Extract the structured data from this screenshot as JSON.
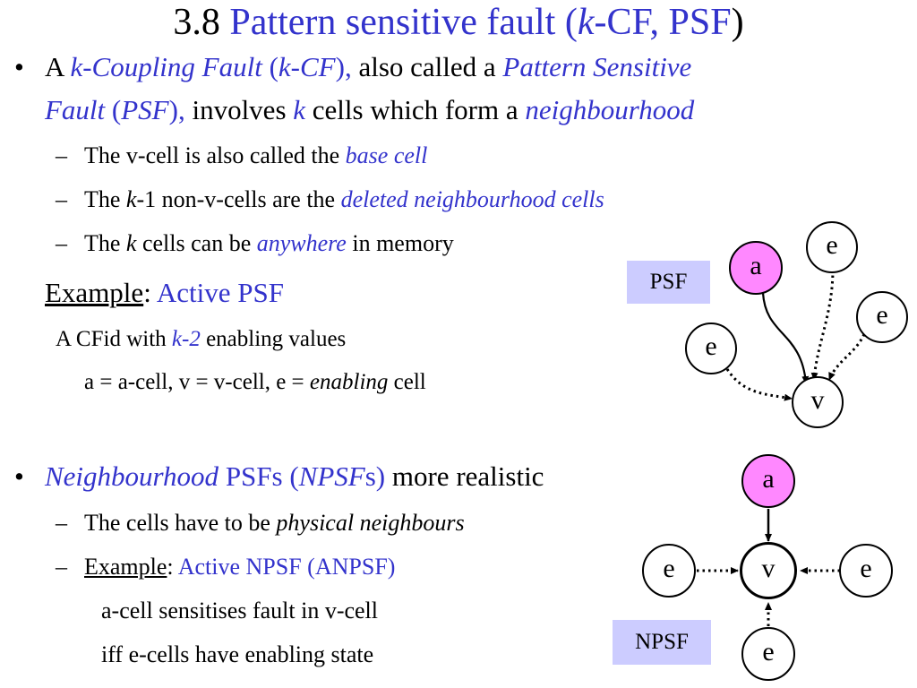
{
  "title": {
    "number": "3.8",
    "main": "Pattern sensitive fault",
    "paren_open": "(",
    "k": "k",
    "rest": "-CF, PSF",
    "paren_close": ")"
  },
  "bullet1": {
    "marker": "•",
    "line1": {
      "p1": "A ",
      "p2": "k-Coupling Fault",
      "p3": " (",
      "p4": "k-CF",
      "p5": "),",
      "p6": " also called a ",
      "p7": "Pattern Sensitive"
    },
    "line2": {
      "p1": "Fault",
      "p2": " (",
      "p3": "PSF",
      "p4": "),",
      "p5": " involves ",
      "p6": "k",
      "p7": " cells which form a ",
      "p8": "neighbourhood"
    },
    "sub1": {
      "dash": "–",
      "p1": "The v-cell is also called the ",
      "p2": "base cell"
    },
    "sub2": {
      "dash": "–",
      "p1": "The ",
      "p2": "k",
      "p3": "-1 non-v-cells are the ",
      "p4": "deleted neighbourhood cells"
    },
    "sub3": {
      "dash": "–",
      "p1": "The ",
      "p2": "k",
      "p3": " cells can be ",
      "p4": "anywhere",
      "p5": " in memory"
    }
  },
  "example1": {
    "label": "Example",
    "colon": ":",
    "value": " Active PSF",
    "line1": {
      "p1": "A CFid with ",
      "p2": "k-2",
      "p3": " enabling values"
    },
    "line2": {
      "p1": "a = a-cell, v = v-cell, e = ",
      "p2": "enabling",
      "p3": " cell"
    }
  },
  "bullet2": {
    "marker": "•",
    "line1": {
      "p1": "Neighbourhood",
      "p2": " PSFs (",
      "p3": "NPSF",
      "p4": "s)",
      "p5": " more realistic"
    },
    "sub1": {
      "dash": "–",
      "p1": "The cells have to be ",
      "p2": "physical neighbours"
    },
    "sub2": {
      "dash": "–",
      "p1": "Example",
      "p2": ":",
      "p3": " Active NPSF (ANPSF)"
    },
    "line3": "a-cell sensitises fault in v-cell",
    "line4": "iff e-cells have enabling state"
  },
  "diagram_psf": {
    "label": "PSF",
    "nodes": {
      "a": "a",
      "v": "v",
      "e1": "e",
      "e2": "e",
      "e3": "e"
    }
  },
  "diagram_npsf": {
    "label": "NPSF",
    "nodes": {
      "a": "a",
      "v": "v",
      "e_left": "e",
      "e_right": "e",
      "e_bottom": "e"
    }
  },
  "colors": {
    "accent": "#3333cc",
    "label_box": "#ccccff",
    "a_cell": "#ff88ff"
  }
}
